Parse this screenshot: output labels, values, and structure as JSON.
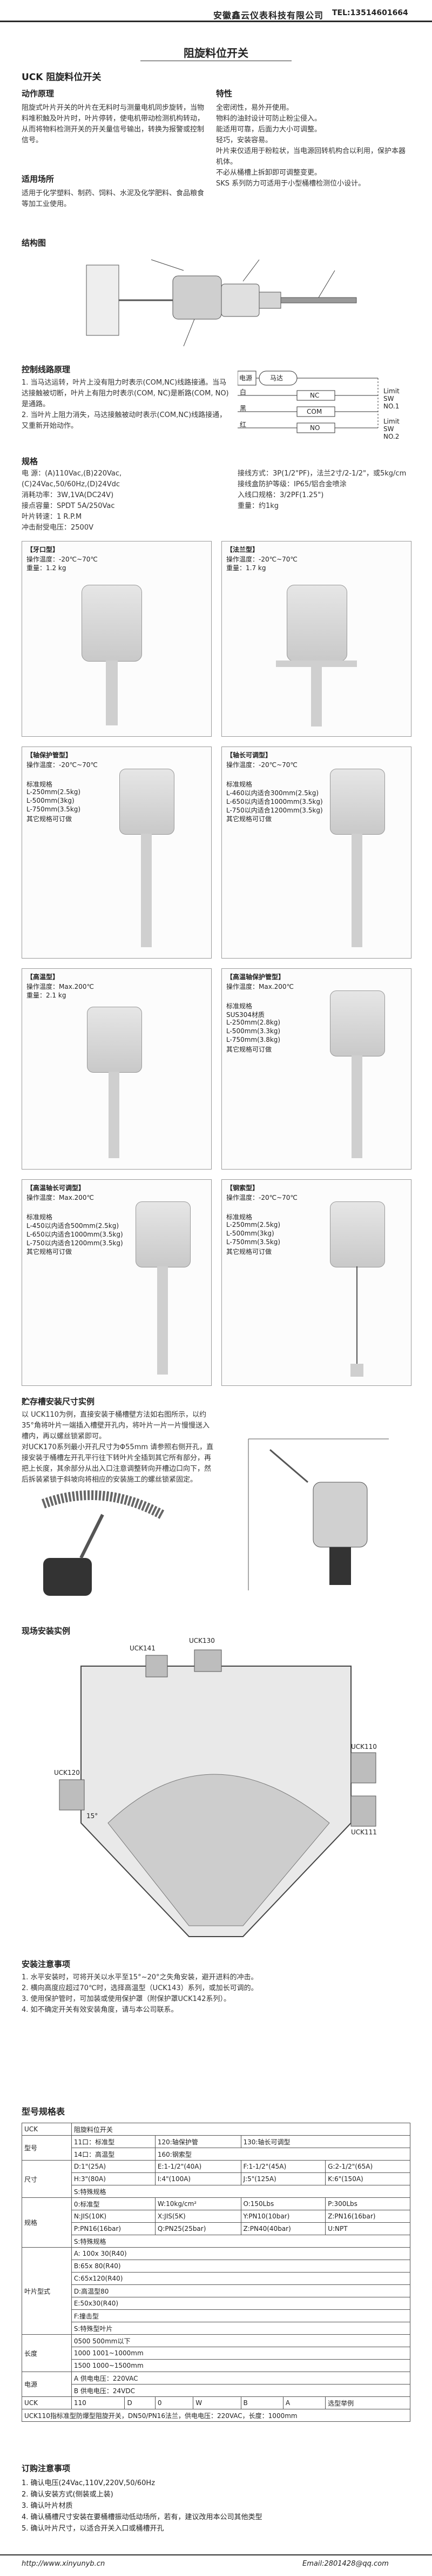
{
  "header": {
    "company": "安徽鑫云仪表科技有限公司",
    "tel": "TEL:13514601664"
  },
  "title": "阻旋料位开关",
  "intro": {
    "model_title": "UCK  阻旋料位开关",
    "work_principle_h": "动作原理",
    "work_principle": "阻旋式叶片开关的叶片在无料时与测量电机同步旋转，当物料堆积触及叶片时，叶片停转，使电机带动检测机构转动，从而将物料检测开关的开关量信号输出，转换为报警或控制信号。",
    "features_h": "特性",
    "features": [
      "全密闭性，易外开使用。",
      "物料的油封设计可防止粉尘侵入。",
      "能适用可靠，后面力大小可调整。",
      "轻巧，安装容易。",
      "叶片来仅适用于粉粒状，当电源回转机构合以利用，保护本器机体。",
      "不必从桶槽上拆卸即可调整变更。",
      "SKS 系列防力可适用于小型桶槽检测位小设计。"
    ],
    "application_h": "适用场所",
    "application": "适用于化学塑料、制药、饲料、水泥及化学肥料、食品粮食等加工业使用。"
  },
  "structure_h": "结构图",
  "control": {
    "heading": "控制线路原理",
    "text": [
      "1. 当马达运转，叶片上没有阻力时表示(COM,NC)线路接通。当马达接触被切断，叶片上有阻力时表示(COM, NC)是断路(COM, NO)是通路。",
      "2. 当叶片上阻力消失，马达接触被动时表示(COM,NC)线路接通，又重新开始动作。"
    ],
    "specs_h": "规格",
    "specs": [
      "电  源：(A)110Vac,(B)220Vac,",
      "(C)24Vac,50/60Hz,(D)24Vdc",
      "消耗功率：3W,1VA(DC24V)",
      "接点容量：SPDT 5A/250Vac",
      "叶片转速：1 R.P.M",
      "冲击耐受电压：2500V"
    ],
    "specs_right": [
      "接线方式：3P(1/2\"PF)，法兰2寸/2-1/2\"，或5kg/cm",
      "接线盒防护等级：IP65/铝合金喷涂",
      "入线口规格：3/2PF(1.25\")",
      "重量：约1kg"
    ],
    "diagram": {
      "power": "电源",
      "motor": "马达",
      "nc": "NC",
      "com": "COM",
      "no": "NO",
      "blank": "白",
      "black": "黑",
      "red": "红",
      "limit1": "Limit SW NO.1",
      "limit2": "Limit SW NO.2"
    }
  },
  "models": [
    {
      "name": "【牙口型】",
      "lines": [
        "操作温度：-20℃~70℃",
        "重量：1.2 kg"
      ]
    },
    {
      "name": "【法兰型】",
      "lines": [
        "操作温度：-20℃~70℃",
        "重量：1.7 kg"
      ]
    },
    {
      "name": "【轴保护管型】",
      "lines": [
        "操作温度：-20℃~70℃",
        "标准规格",
        "L-250mm(2.5kg)",
        "L-500mm(3kg)",
        "L-750mm(3.5kg)",
        "其它规格可订做"
      ]
    },
    {
      "name": "【轴长可调型】",
      "lines": [
        "操作温度：-20℃~70℃",
        "标准规格",
        "L-460以内适合300mm(2.5kg)",
        "L-650以内适合1000mm(3.5kg)",
        "L-750以内适合1200mm(3.5kg)",
        "其它规格可订做"
      ]
    },
    {
      "name": "【高温型】",
      "lines": [
        "操作温度：Max.200℃",
        "重量：2.1 kg"
      ]
    },
    {
      "name": "【高温轴保护管型】",
      "lines": [
        "操作温度：Max.200℃",
        "标准规格",
        "SUS304材质",
        "L-250mm(2.8kg)",
        "L-500mm(3.3kg)",
        "L-750mm(3.8kg)",
        "其它规格可订做"
      ]
    },
    {
      "name": "【高温轴长可调型】",
      "lines": [
        "操作温度：Max.200℃",
        "标准规格",
        "L-450以内适合500mm(2.5kg)",
        "L-650以内适合1000mm(3.5kg)",
        "L-750以内适合1200mm(3.5kg)",
        "其它规格可订做"
      ]
    },
    {
      "name": "【钢索型】",
      "lines": [
        "操作温度：-20℃~70℃",
        "标准规格",
        "L-250mm(2.5kg)",
        "L-500mm(3kg)",
        "L-750mm(3.5kg)",
        "其它规格可订做"
      ]
    }
  ],
  "install_h": "贮存槽安装尺寸实例",
  "install_text": [
    "以 UCK110为例，直接安装于桶槽壁方法如右图所示，以约35°角将叶片一端插入槽壁开孔内，将叶片一片一片慢慢送入槽内，再以螺丝锁紧即可。",
    "对UCK170系列最小开孔尺寸为Φ55mm 请参照右侧开孔，直接安装于桶槽左开孔平行往下转叶片全插到其它所有部分，再把上长度，其余部分从出入口注意调整转向开槽边口向下，然后拆装紧锁于斜坡向将相应的安装施工的螺丝锁紧固定。"
  ],
  "case_h": "现场安装实例",
  "case_labels": [
    "UCK141",
    "UCK130",
    "UCK120",
    "UCK110",
    "UCK111"
  ],
  "case_angle": "15°",
  "notes_h": "安装注意事项",
  "notes": [
    "1. 水平安装时，可将开关以水平至15°~20°之失角安装，避开进料的冲击。",
    "2. 横向高度应超过70℃时，选择高温型（UCK143）系列，或加长可调的。",
    "3. 使用保护管时，可加装或使用保护罩（附保护罩UCK142系列）。",
    "4. 如不确定开关有效安装角度，请与本公司联系。"
  ],
  "spec_h": "型号规格表",
  "spec_table": {
    "r1": [
      "UCK",
      "阻旋料位开关"
    ],
    "r2": [
      "型号",
      "11口：标准型",
      "120:轴保护管",
      "130:轴长可调型"
    ],
    "r3": [
      "",
      "14口：高温型",
      "160:钢索型",
      ""
    ],
    "r4": [
      "尺寸",
      "D:1\"(25A)",
      "E:1-1/2\"(40A)",
      "F:1-1/2\"(45A)",
      "G:2-1/2\"(65A)"
    ],
    "r5": [
      "",
      "H:3\"(80A)",
      "I:4\"(100A)",
      "J:5\"(125A)",
      "K:6\"(150A)"
    ],
    "r6": [
      "",
      "S:特殊规格"
    ],
    "r7": [
      "规格",
      "0:标准型",
      "W:10kg/cm²",
      "O:150Lbs",
      "P:300Lbs"
    ],
    "r8": [
      "",
      "N:JIS(10K)",
      "X:JIS(5K)",
      "Y:PN10(10bar)",
      "Z:PN16(16bar)"
    ],
    "r9": [
      "",
      "P:PN16(16bar)",
      "Q:PN25(25bar)",
      "Z:PN40(40bar)",
      "U:NPT"
    ],
    "r10": [
      "",
      "S:特殊规格"
    ],
    "r11": [
      "叶片型式",
      "A: 100x 30(R40)",
      "B:65x 80(R40)",
      "C:65x120(R40)",
      "D:高温型80",
      "E:50x30(R40)",
      "F:撞击型",
      "S:特殊型叶片"
    ],
    "r12": [
      "长度",
      "0500  500mm以下",
      "1000  1001~1000mm",
      "1500  1000~1500mm"
    ],
    "r13": [
      "电源",
      "A  供电电压：220VAC",
      "B  供电电压：24VDC"
    ],
    "r14": [
      "UCK",
      "110",
      "D",
      "0",
      "W",
      "B",
      "A",
      "选型举例"
    ],
    "r15": "UCK110指标准型防爆型阻旋开关，DN50/PN16法兰，供电电压：220VAC，长度：1000mm"
  },
  "order_h": "订购注意事项",
  "order": [
    "1. 确认电压(24Vac,110V,220V,50/60Hz",
    "2. 确认安装方式(侧装或上装)",
    "3. 确认叶片材质",
    "4. 确认桶槽尺寸安装在要桶槽振动低动场所，若有，建议改用本公司其他类型",
    "5. 确认叶片尺寸，以适合开关入口或桶槽开孔"
  ],
  "footer": {
    "web": "http://www.xinyunyb.cn",
    "email": "Email:2801428@qq.com"
  }
}
